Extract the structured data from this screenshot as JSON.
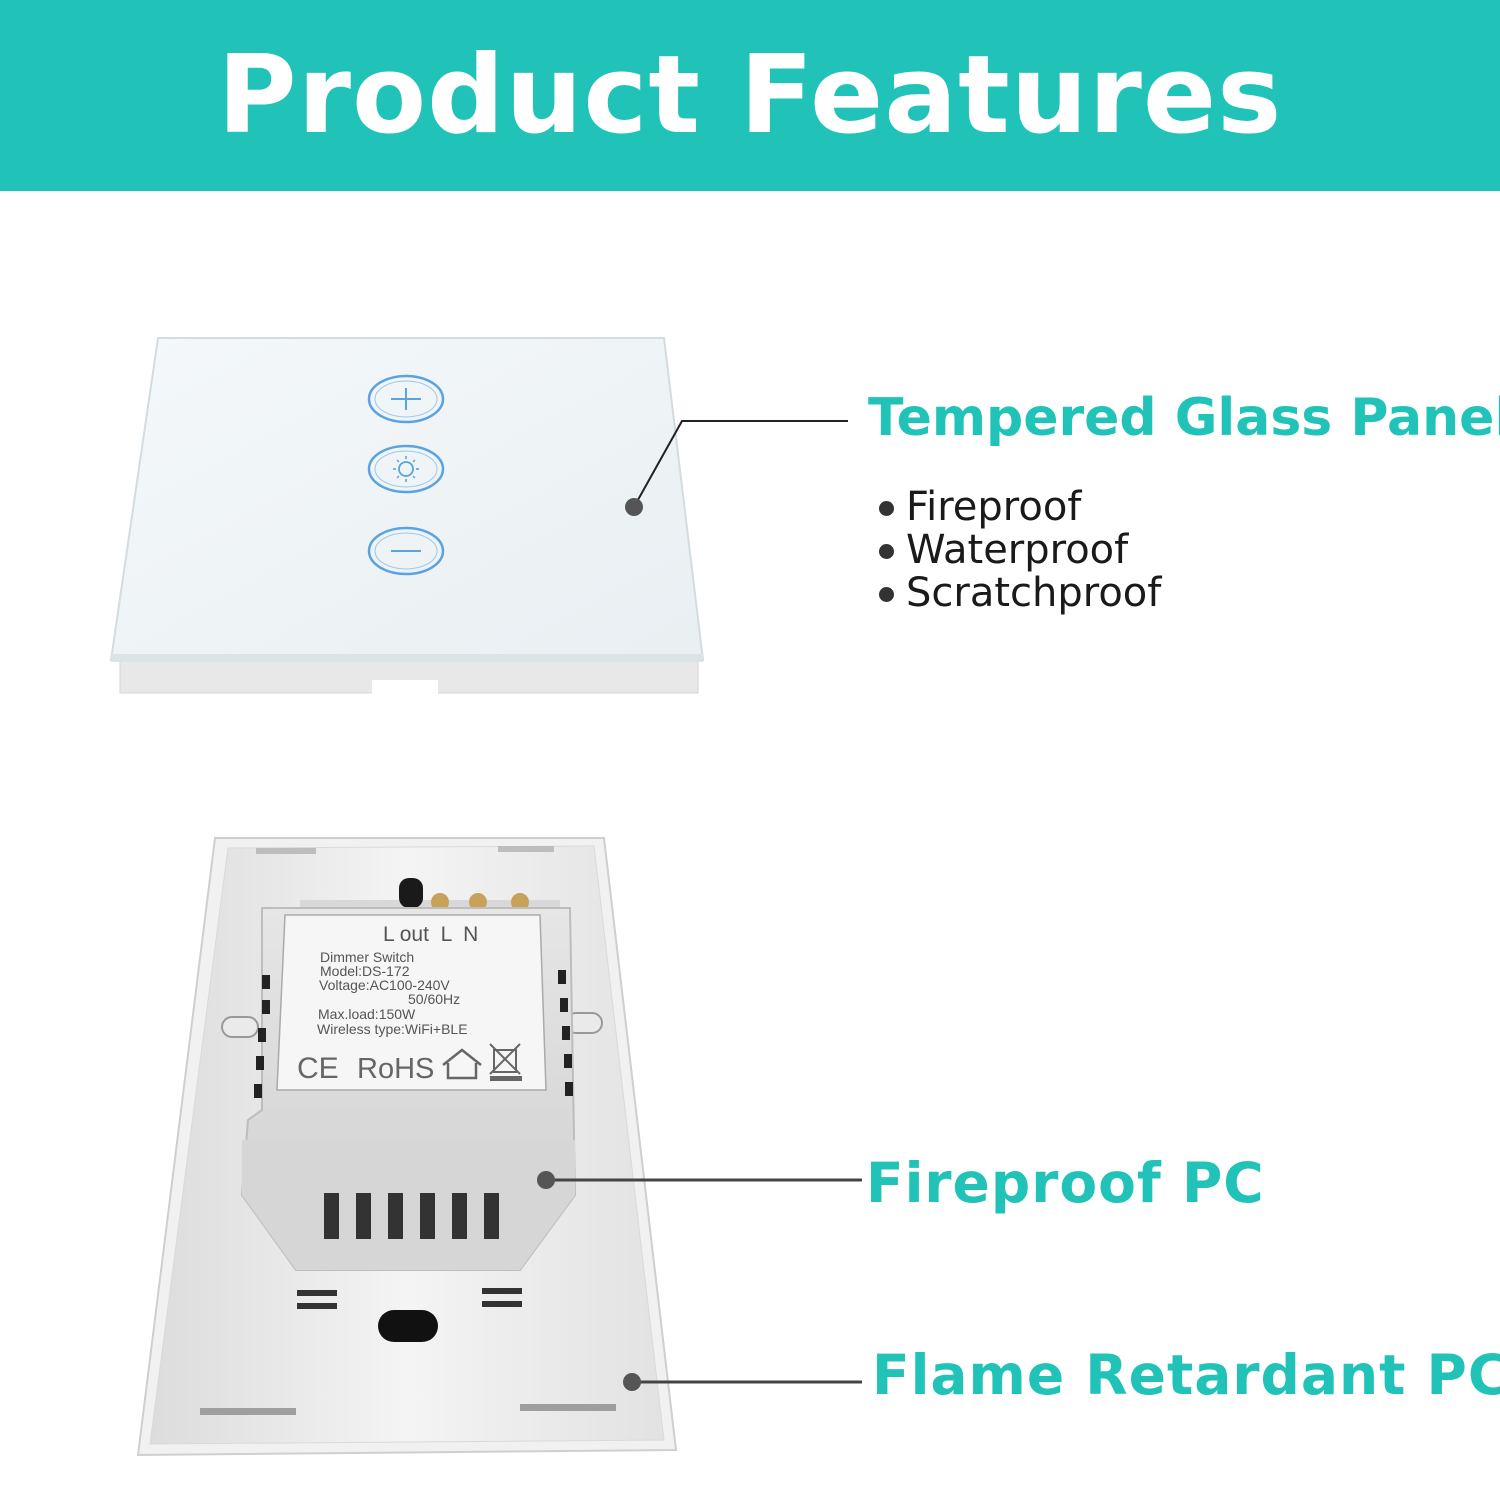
{
  "header": {
    "title": "Product Features"
  },
  "features": {
    "glass_panel": {
      "title": "Tempered Glass Panel",
      "bullets": [
        "Fireproof",
        "Waterproof",
        "Scratchproof"
      ]
    },
    "fireproof_pc": {
      "title": "Fireproof PC"
    },
    "flame_retardant_pc": {
      "title": "Flame Retardant PC"
    }
  },
  "label": {
    "terminals": "L out  L  N",
    "line1": "Dimmer Switch",
    "line2": "Model:DS-172",
    "line3": "Voltage:AC100-240V",
    "line4": "50/60Hz",
    "line5": "Max.load:150W",
    "line6": "Wireless type:WiFi+BLE",
    "ce": "CE",
    "rohs": "RoHS"
  },
  "icons": [
    "plus-icon",
    "brightness-icon",
    "minus-icon",
    "house-icon",
    "crossed-bin-icon"
  ],
  "colors": {
    "accent": "#21c3b8",
    "header_text": "#ffffff",
    "button_ring": "#5aa3e0"
  }
}
